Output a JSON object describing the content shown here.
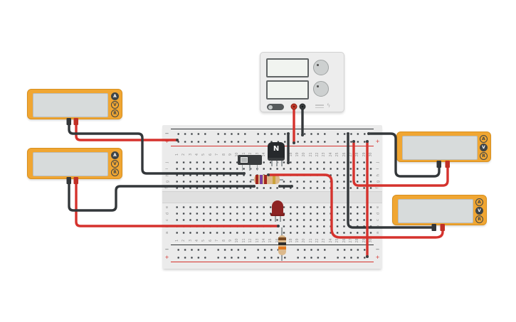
{
  "colors": {
    "wire_red": "#d5322d",
    "wire_black": "#33373a",
    "rail_red": "#d5322d",
    "rail_black": "#2f3235",
    "meter_yellow": "#f0a632",
    "button_dark": "#3e4447"
  },
  "breadboard": {
    "column_numbers": [
      "1",
      "2",
      "3",
      "4",
      "5",
      "6",
      "7",
      "8",
      "9",
      "10",
      "11",
      "12",
      "13",
      "14",
      "15",
      "16",
      "17",
      "18",
      "19",
      "20",
      "21",
      "22",
      "23",
      "24",
      "25",
      "26",
      "27",
      "28",
      "29",
      "30"
    ],
    "row_letters_top": [
      "j",
      "i",
      "h",
      "g",
      "f"
    ],
    "row_letters_bottom": [
      "e",
      "d",
      "c",
      "b",
      "a"
    ],
    "rail_minus_label": "−",
    "rail_plus_label": "+"
  },
  "multimeters": [
    {
      "name": "multimeter-1",
      "display_value": "",
      "buttons": [
        {
          "label": "A",
          "selected": true
        },
        {
          "label": "V",
          "selected": false
        },
        {
          "label": "R",
          "selected": false
        }
      ]
    },
    {
      "name": "multimeter-2",
      "display_value": "",
      "buttons": [
        {
          "label": "A",
          "selected": true
        },
        {
          "label": "V",
          "selected": false
        },
        {
          "label": "R",
          "selected": false
        }
      ]
    },
    {
      "name": "multimeter-3",
      "display_value": "",
      "buttons": [
        {
          "label": "A",
          "selected": false
        },
        {
          "label": "V",
          "selected": true
        },
        {
          "label": "R",
          "selected": false
        }
      ]
    },
    {
      "name": "multimeter-4",
      "display_value": "",
      "buttons": [
        {
          "label": "A",
          "selected": false
        },
        {
          "label": "V",
          "selected": true
        },
        {
          "label": "R",
          "selected": false
        }
      ]
    }
  ],
  "power_supply": {
    "display_top_value": "",
    "display_bottom_value": "",
    "bolt_glyph": "ϟ"
  },
  "components": {
    "transistor": {
      "label": "N",
      "kind": "npn-transistor"
    },
    "slide_switch": {
      "kind": "slide-switch"
    },
    "resistor_top": {
      "body": "#dcb98c",
      "bands": [
        "#a3271f",
        "#7b3f9e",
        "#a3271f",
        "#caa23a"
      ]
    },
    "resistor_bottom": {
      "body": "#dcb98c",
      "bands": [
        "#7a4a21",
        "#2e2e2e",
        "#e07820"
      ]
    },
    "led": {
      "color": "#8e2323"
    }
  }
}
